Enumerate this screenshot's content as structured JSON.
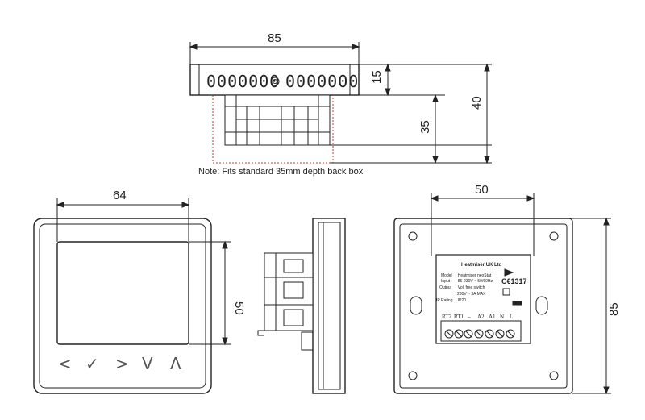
{
  "dimensions": {
    "top_width": "85",
    "top_height": "15",
    "top_depth": "35",
    "top_total": "40",
    "front_width": "64",
    "front_height": "50",
    "back_width": "50",
    "back_height": "85"
  },
  "note": "Note: Fits standard 35mm depth back box",
  "top_view": {
    "vent_left": "0000000",
    "vent_right": "0000000"
  },
  "front_view": {
    "buttons": [
      "<",
      "✓",
      ">",
      "V",
      "Λ"
    ]
  },
  "label_plate": {
    "company": "Heatmiser UK Ltd",
    "rows": [
      {
        "key": "Model",
        "value": ": Heatmiser neoStat"
      },
      {
        "key": "Input",
        "value": ": 85-230V ~ 50/60Hz"
      },
      {
        "key": "Output",
        "value": ": Volt free switch"
      },
      {
        "key": "",
        "value": "230V ~ 3A MAX"
      },
      {
        "key": "IP Rating",
        "value": ": IP20"
      }
    ],
    "ce_mark": "C€1317",
    "terminals": [
      "RT2",
      "RT1",
      "–",
      "A2",
      "A1",
      "N",
      "L"
    ]
  }
}
